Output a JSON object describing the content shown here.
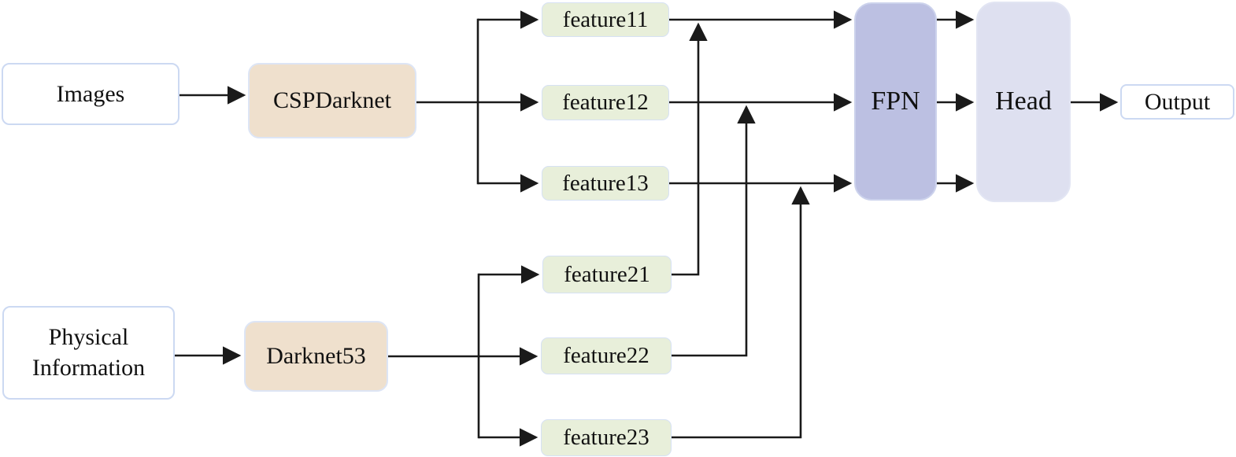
{
  "diagram": {
    "nodes": {
      "images": {
        "label": "Images"
      },
      "physical": {
        "lines": [
          "Physical",
          "Information"
        ]
      },
      "cspdarknet": {
        "label": "CSPDarknet"
      },
      "darknet53": {
        "label": "Darknet53"
      },
      "feature11": {
        "label": "feature11"
      },
      "feature12": {
        "label": "feature12"
      },
      "feature13": {
        "label": "feature13"
      },
      "feature21": {
        "label": "feature21"
      },
      "feature22": {
        "label": "feature22"
      },
      "feature23": {
        "label": "feature23"
      },
      "fpn": {
        "label": "FPN"
      },
      "head": {
        "label": "Head"
      },
      "output": {
        "label": "Output"
      }
    },
    "edges": [
      {
        "from": "images",
        "to": "cspdarknet"
      },
      {
        "from": "cspdarknet",
        "to": "feature11"
      },
      {
        "from": "cspdarknet",
        "to": "feature12"
      },
      {
        "from": "cspdarknet",
        "to": "feature13"
      },
      {
        "from": "physical",
        "to": "darknet53"
      },
      {
        "from": "darknet53",
        "to": "feature21"
      },
      {
        "from": "darknet53",
        "to": "feature22"
      },
      {
        "from": "darknet53",
        "to": "feature23"
      },
      {
        "from": "feature11",
        "to": "fpn"
      },
      {
        "from": "feature12",
        "to": "fpn"
      },
      {
        "from": "feature13",
        "to": "fpn"
      },
      {
        "from": "feature21",
        "to": "fpn",
        "note": "merges upward into feature11 line"
      },
      {
        "from": "feature22",
        "to": "fpn",
        "note": "merges upward into feature12 line"
      },
      {
        "from": "feature23",
        "to": "fpn",
        "note": "merges upward into feature13 line"
      },
      {
        "from": "fpn",
        "to": "head",
        "note": "three parallel arrows"
      },
      {
        "from": "head",
        "to": "output"
      }
    ],
    "colors": {
      "line": "#1a1a1a",
      "io_fill": "#ffffff",
      "io_border": "#ccd9f2",
      "backbone_fill": "#efe0cd",
      "feature_fill": "#e8efda",
      "feature_border": "#d6e1f4",
      "fpn_fill": "#bcc0e2",
      "head_fill": "#dee0f0"
    }
  }
}
